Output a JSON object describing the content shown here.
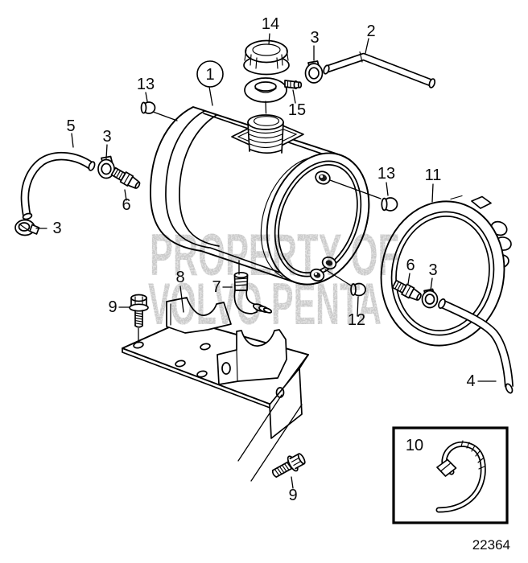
{
  "diagram": {
    "drawing_number": "22364",
    "watermark": {
      "line1": "PROPERTY OF",
      "line2": "VOLVO PENTA"
    },
    "callouts": {
      "tank": "1",
      "hose_top": "2",
      "clamp_top": "3",
      "clamp_left": "3",
      "clamp_bottom_left": "3",
      "clamp_right": "3",
      "hose_right": "4",
      "hose_left": "5",
      "nipple_left": "6",
      "nipple_right": "6",
      "elbow_fitting": "7",
      "mounting_bracket": "8",
      "bolt_left": "9",
      "bolt_bottom": "9",
      "cable_clip": "10",
      "clamp_ring": "11",
      "grommet": "12",
      "plug_left": "13",
      "plug_right": "13",
      "filler_cap": "14",
      "sealing_ring": "15"
    },
    "colors": {
      "line": "#000000",
      "watermark_gray": "#b4b4b4",
      "background": "#ffffff"
    }
  }
}
